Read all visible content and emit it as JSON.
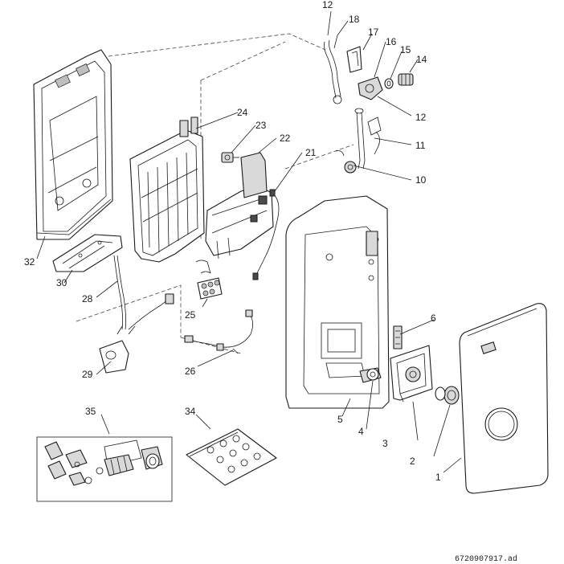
{
  "callouts": {
    "p1": "1",
    "p2": "2",
    "p3": "3",
    "p4": "4",
    "p5": "5",
    "p6": "6",
    "p10": "10",
    "p11": "11",
    "p12a": "12",
    "p12b": "12",
    "p14": "14",
    "p15": "15",
    "p16": "16",
    "p17": "17",
    "p18": "18",
    "p21": "21",
    "p22": "22",
    "p23": "23",
    "p24": "24",
    "p25": "25",
    "p26": "26",
    "p28": "28",
    "p29": "29",
    "p30": "30",
    "p32": "32",
    "p34": "34",
    "p35": "35"
  },
  "reference_code": "6720907917.ad"
}
